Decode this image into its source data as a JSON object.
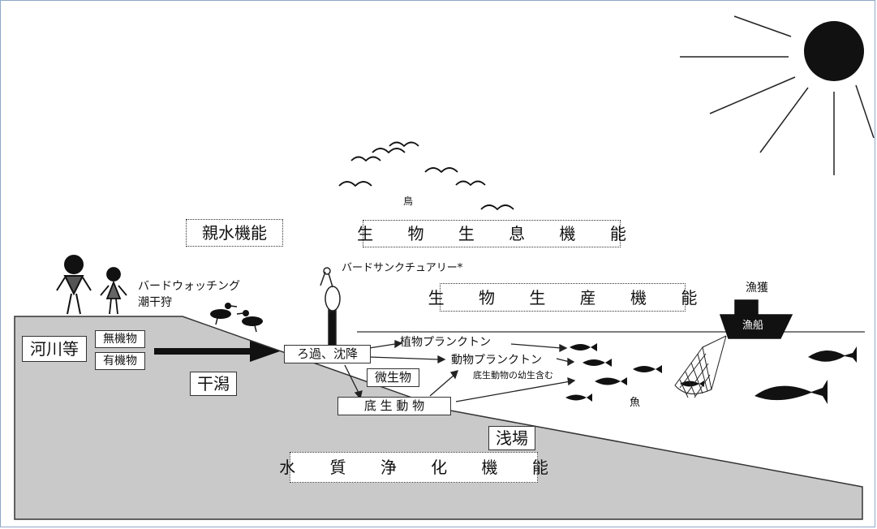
{
  "functions": {
    "recreation": "親水機能",
    "habitat": "生 物 生 息 機 能",
    "production": "生 物 生 産 機 能",
    "purification": "水 質 浄 化 機 能"
  },
  "zones": {
    "tidal_flat": "干潟",
    "shallows": "浅場",
    "rivers": "河川等"
  },
  "matter": {
    "inorganic": "無機物",
    "organic": "有機物"
  },
  "processes": {
    "filtration": "ろ過、沈降",
    "microbes": "微生物",
    "benthos": "底 生 動 物",
    "phytoplankton": "植物プランクトン",
    "zooplankton": "動物プランクトン",
    "larvae_note": "底生動物の幼生含む"
  },
  "labels": {
    "birds": "鳥",
    "bird_sanctuary": "バードサンクチュアリー*",
    "bird_watching": "バードウォッチング",
    "clam_digging": "潮干狩",
    "fishing_catch": "漁獲",
    "fishing_boat": "漁船",
    "fish": "魚"
  },
  "colors": {
    "land": "#c9c9c9",
    "ink": "#111111",
    "sun": "#111111",
    "frame": "#8fa8c8"
  }
}
